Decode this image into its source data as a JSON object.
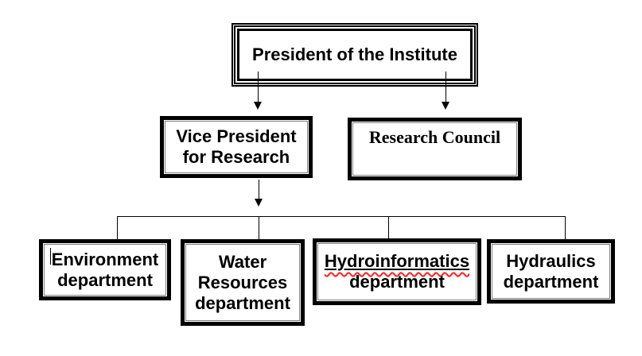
{
  "diagram": {
    "type": "org-chart",
    "nodes": {
      "president": {
        "label": "President of the Institute"
      },
      "vice_president": {
        "lines": [
          "Vice President",
          "for Research"
        ]
      },
      "research_council": {
        "label": "Research Council"
      },
      "environment": {
        "lines": [
          "Environment",
          "department"
        ],
        "text_cursor_artifact": true
      },
      "water_resources": {
        "lines": [
          "Water",
          "Resources",
          "department"
        ]
      },
      "hydroinformatics": {
        "lines": [
          "Hydroinformatics",
          "department"
        ],
        "spellcheck_underline": true
      },
      "hydraulics": {
        "lines": [
          "Hydraulics",
          "department"
        ]
      }
    },
    "edges": [
      {
        "from": "president",
        "to": "vice_president",
        "style": "arrow"
      },
      {
        "from": "president",
        "to": "research_council",
        "style": "arrow"
      },
      {
        "from": "vice_president",
        "to": "environment",
        "style": "line"
      },
      {
        "from": "vice_president",
        "to": "water_resources",
        "style": "line"
      },
      {
        "from": "vice_president",
        "to": "hydroinformatics",
        "style": "line"
      },
      {
        "from": "vice_president",
        "to": "hydraulics",
        "style": "line"
      }
    ],
    "colors": {
      "background": "#ffffff",
      "box_border": "#000000",
      "box_inner_border": "#808080",
      "connector": "#000000",
      "text": "#000000",
      "spellcheck_underline": "#ff2020"
    }
  }
}
